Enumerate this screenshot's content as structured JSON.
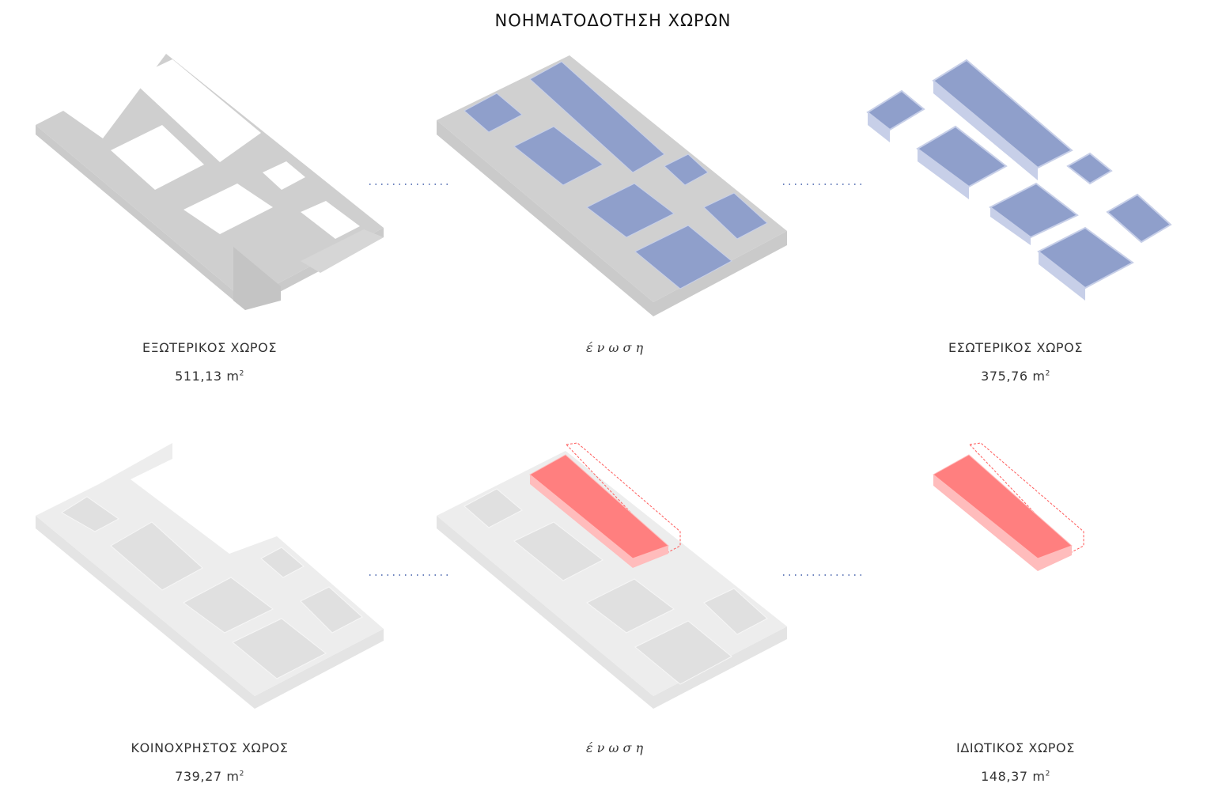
{
  "title": "ΝΟΗΜΑΤΟΔΟΤΗΣΗ ΧΩΡΩΝ",
  "rows": [
    {
      "left": {
        "label": "ΕΞΩΤΕΡΙΚΟΣ ΧΩΡΟΣ",
        "area": "511,13 m",
        "unit_sup": "2"
      },
      "middle": {
        "label": "έ  ν  ω  σ  η"
      },
      "right": {
        "label": "ΕΣΩΤΕΡΙΚΟΣ ΧΩΡΟΣ",
        "area": "375,76 m",
        "unit_sup": "2"
      }
    },
    {
      "left": {
        "label": "ΚΟΙΝΟΧΡΗΣΤΟΣ ΧΩΡΟΣ",
        "area": "739,27 m",
        "unit_sup": "2"
      },
      "middle": {
        "label": "έ  ν  ω  σ  η"
      },
      "right": {
        "label": "ΙΔΙΩΤΙΚΟΣ ΧΩΡΟΣ",
        "area": "148,37 m",
        "unit_sup": "2"
      }
    }
  ],
  "colors": {
    "grey_solid": "#c9c9c9",
    "grey_light": "#ececec",
    "blue": "#8f9fcb",
    "blue_light": "#c7cfe8",
    "red": "#ff7f7f",
    "red_light": "#ffbcbc",
    "connector": "#3c5aa8"
  }
}
